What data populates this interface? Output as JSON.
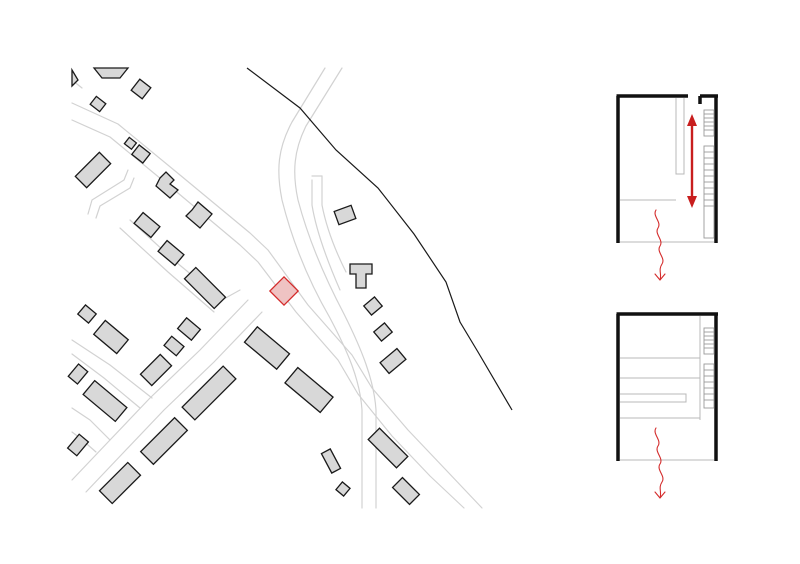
{
  "colors": {
    "background": "#ffffff",
    "road": "#d2d2d2",
    "building_fill": "#d8d8d8",
    "building_stroke": "#1a1a1a",
    "highlight": "#d42b2b",
    "highlight_fill": "#efc3c3",
    "wall": "#111111"
  },
  "site_plan": {
    "highlighted_building": "selected site"
  },
  "floor_plans": [
    {
      "id": "upper",
      "circulation_arrow": true
    },
    {
      "id": "lower",
      "circulation_arrow": false
    }
  ]
}
